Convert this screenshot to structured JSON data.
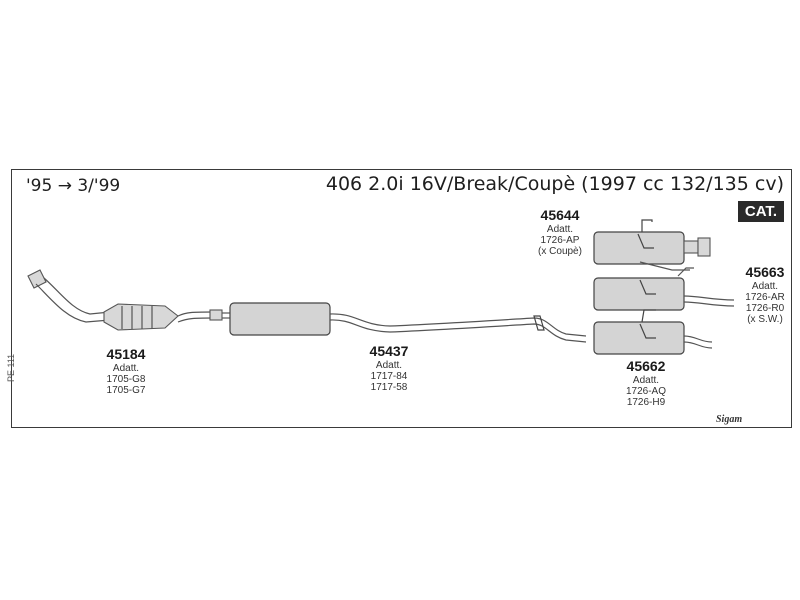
{
  "header": {
    "date_range": "'95 → 3/'99",
    "model_title": "406 2.0i 16V/Break/Coupè (1997 cc 132/135 cv)",
    "badge": "CAT."
  },
  "parts": [
    {
      "id": "p45184",
      "number": "45184",
      "lines": [
        "Adatt.",
        "1705-G8",
        "1705-G7"
      ]
    },
    {
      "id": "p45437",
      "number": "45437",
      "lines": [
        "Adatt.",
        "1717-84",
        "1717-58"
      ]
    },
    {
      "id": "p45644",
      "number": "45644",
      "lines": [
        "Adatt.",
        "1726-AP",
        "(x Coupè)"
      ]
    },
    {
      "id": "p45663",
      "number": "45663",
      "lines": [
        "Adatt.",
        "1726-AR",
        "1726-R0",
        "(x S.W.)"
      ]
    },
    {
      "id": "p45662",
      "number": "45662",
      "lines": [
        "Adatt.",
        "1726-AQ",
        "1726-H9"
      ]
    }
  ],
  "side_reference": "PE 111",
  "logo_text": "Sigam"
}
